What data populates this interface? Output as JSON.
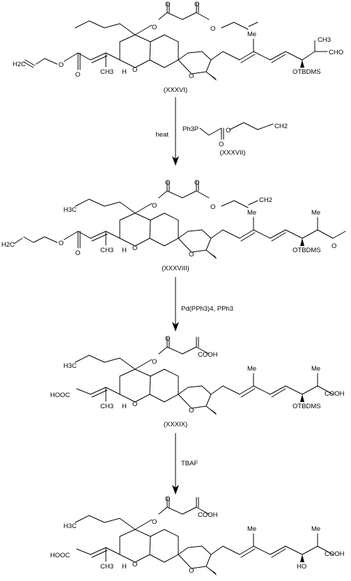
{
  "colors": {
    "ink": "#000000",
    "background": "#ffffff"
  },
  "compounds": [
    {
      "id": "XXXVI",
      "label": "(XXXVI)"
    },
    {
      "id": "XXXVIII",
      "label": "(XXXVIII)"
    },
    {
      "id": "XXXIX",
      "label": "(XXXIX)"
    },
    {
      "id": "final",
      "label": ""
    }
  ],
  "steps": [
    {
      "condition": "heat",
      "reagent_label": "(XXXVII)"
    },
    {
      "condition": "Pd(PPh3)4, PPh3"
    },
    {
      "condition": "TBAF"
    }
  ],
  "atom_labels": {
    "o": "O",
    "h": "H",
    "cho": "CHO",
    "otbdms": "OTBDMS",
    "h3c": "H3C",
    "h2c": "H2C",
    "ch2": "CH2",
    "ch3": "CH3",
    "me": "Me",
    "cooh": "COOH",
    "hooc": "HOOC",
    "ho": "HO",
    "ph3p": "Ph3P"
  }
}
